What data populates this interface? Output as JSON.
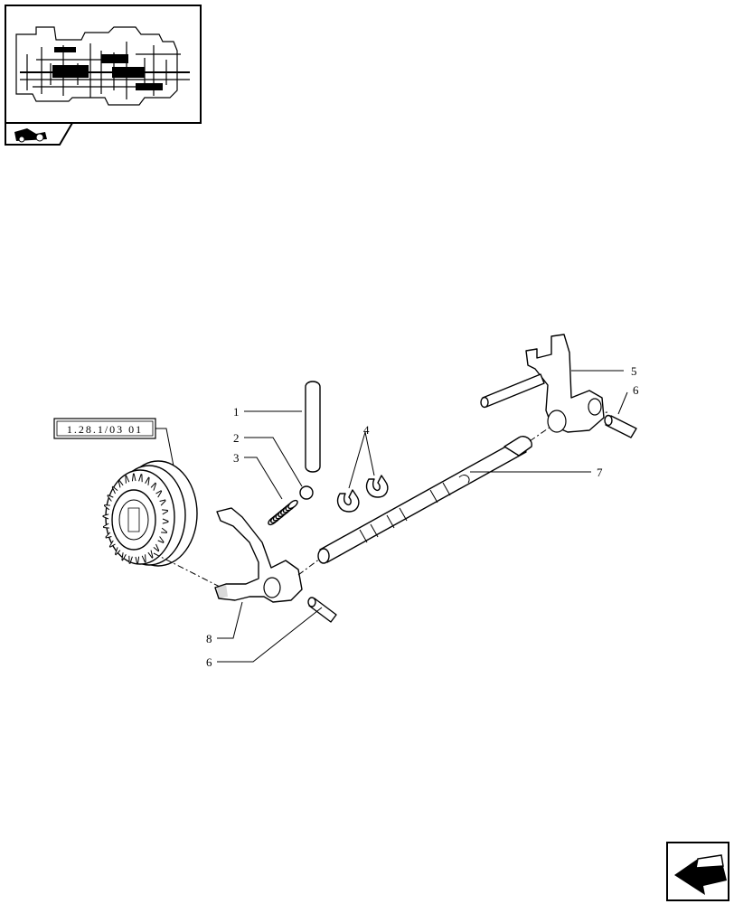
{
  "reference_box": {
    "text": "1.28.1/03 01"
  },
  "callouts": [
    {
      "id": "c1",
      "label": "1"
    },
    {
      "id": "c2",
      "label": "2"
    },
    {
      "id": "c3",
      "label": "3"
    },
    {
      "id": "c4",
      "label": "4"
    },
    {
      "id": "c5",
      "label": "5"
    },
    {
      "id": "c6a",
      "label": "6"
    },
    {
      "id": "c6b",
      "label": "6"
    },
    {
      "id": "c7",
      "label": "7"
    },
    {
      "id": "c8",
      "label": "8"
    }
  ],
  "icons": {
    "thumbnail": "transmission-thumbnail-icon",
    "section_tab": "tractor-section-icon",
    "navigation": "previous-page-arrow-icon"
  }
}
